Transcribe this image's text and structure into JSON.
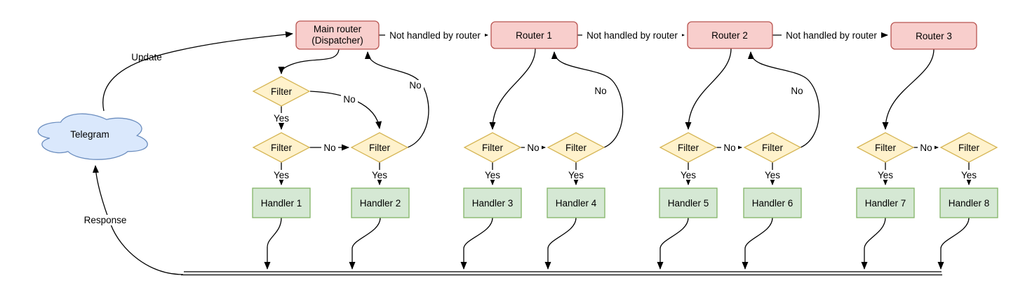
{
  "diagram": {
    "telegram": "Telegram",
    "main_router": {
      "line1": "Main router",
      "line2": "(Dispatcher)"
    },
    "routers": [
      "Router 1",
      "Router 2",
      "Router 3"
    ],
    "filter_label": "Filter",
    "handlers": [
      "Handler 1",
      "Handler 2",
      "Handler 3",
      "Handler 4",
      "Handler 5",
      "Handler 6",
      "Handler 7",
      "Handler 8"
    ],
    "edge_labels": {
      "update": "Update",
      "response": "Response",
      "not_handled": "Not handled by router",
      "yes": "Yes",
      "no": "No"
    }
  },
  "colors": {
    "router_fill": "#f8cecc",
    "router_stroke": "#b85450",
    "filter_fill": "#fff2cc",
    "filter_stroke": "#d6b656",
    "handler_fill": "#d5e8d4",
    "handler_stroke": "#82b366",
    "cloud_fill": "#dae8fc",
    "cloud_stroke": "#6c8ebf",
    "line": "#000000",
    "background": "#ffffff"
  }
}
